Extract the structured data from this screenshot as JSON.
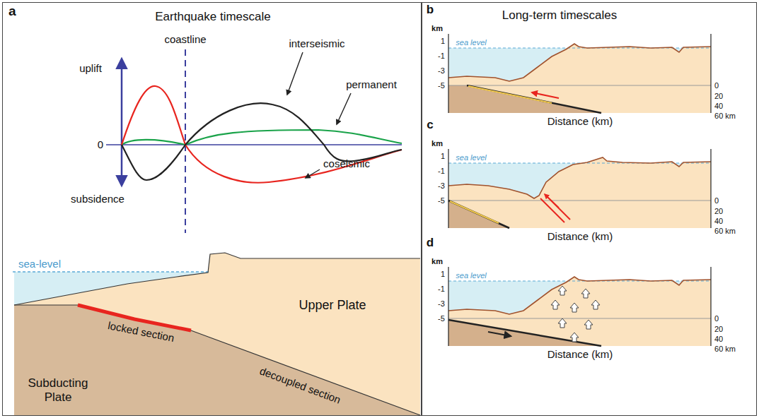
{
  "diagram": {
    "nodes": [
      {
        "text": [
          "a",
          "Earthquake timescale"
        ]
      },
      {
        "text": [
          "Long-term timescales"
        ]
      }
    ],
    "labels": [
      "uplift",
      "subsidence",
      "0",
      "coastline",
      "interseismic",
      "permanent",
      "coseismic",
      "sea-level",
      "locked section",
      "decoupled section",
      "Upper Plate",
      "Subducting Plate",
      "b",
      "km",
      "1",
      "-1",
      "-3",
      "-5",
      "sea level",
      "0",
      "20",
      "40",
      "60 km",
      "Distance (km)",
      "c",
      "km",
      "1",
      "-1",
      "-3",
      "-5",
      "sea level",
      "0",
      "20",
      "40",
      "60 km",
      "Distance (km)",
      "d",
      "km",
      "1",
      "-1",
      "-3",
      "-5",
      "sea level",
      "0",
      "20",
      "40",
      "60 km",
      "Distance (km)"
    ]
  }
}
